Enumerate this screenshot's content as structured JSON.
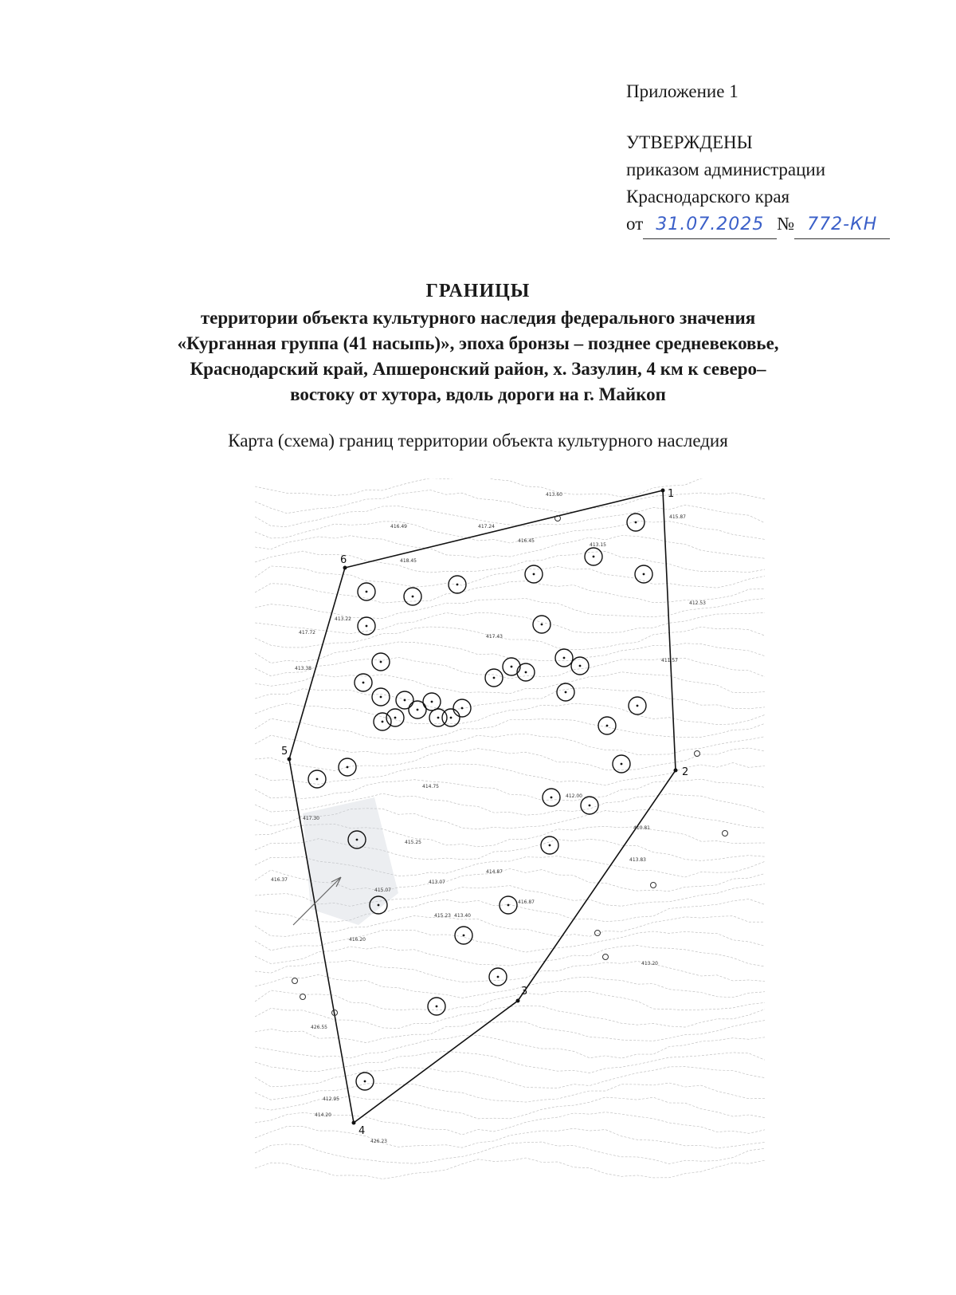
{
  "header": {
    "appendix": "Приложение 1",
    "approved": "УТВЕРЖДЕНЫ",
    "by_order": "приказом администрации",
    "region": "Краснодарского края",
    "date_prefix": "от",
    "date_handwritten": "31.07.2025",
    "number_prefix": "№",
    "number_handwritten": "772-КН"
  },
  "title": {
    "main": "ГРАНИЦЫ",
    "line1": "территории объекта культурного наследия федерального значения",
    "line2": "«Курганная группа (41 насыпь)», эпоха бронзы – позднее средневековье,",
    "line3": "Краснодарский край, Апшеронский район, х. Зазулин, 4 км к северо–",
    "line4": "востоку от хутора, вдоль дороги на г. Майкоп"
  },
  "subtitle": "Карта (схема) границ территории объекта культурного наследия",
  "map": {
    "vertex_labels": [
      "1",
      "2",
      "3",
      "4",
      "5",
      "6"
    ],
    "elevation_labels": [
      "413.60",
      "416.49",
      "417.24",
      "413.15",
      "415.87",
      "412.53",
      "418.45",
      "416.45",
      "417.72",
      "413.22",
      "417.43",
      "413.38",
      "414.75",
      "415.25",
      "417.30",
      "416.37",
      "413.83",
      "413.07",
      "415.23",
      "415.07",
      "416.20",
      "426.55",
      "412.95",
      "413.40",
      "414.87",
      "416.87",
      "410.81",
      "413.20",
      "412.00",
      "411.57",
      "426.23",
      "414.20"
    ]
  }
}
